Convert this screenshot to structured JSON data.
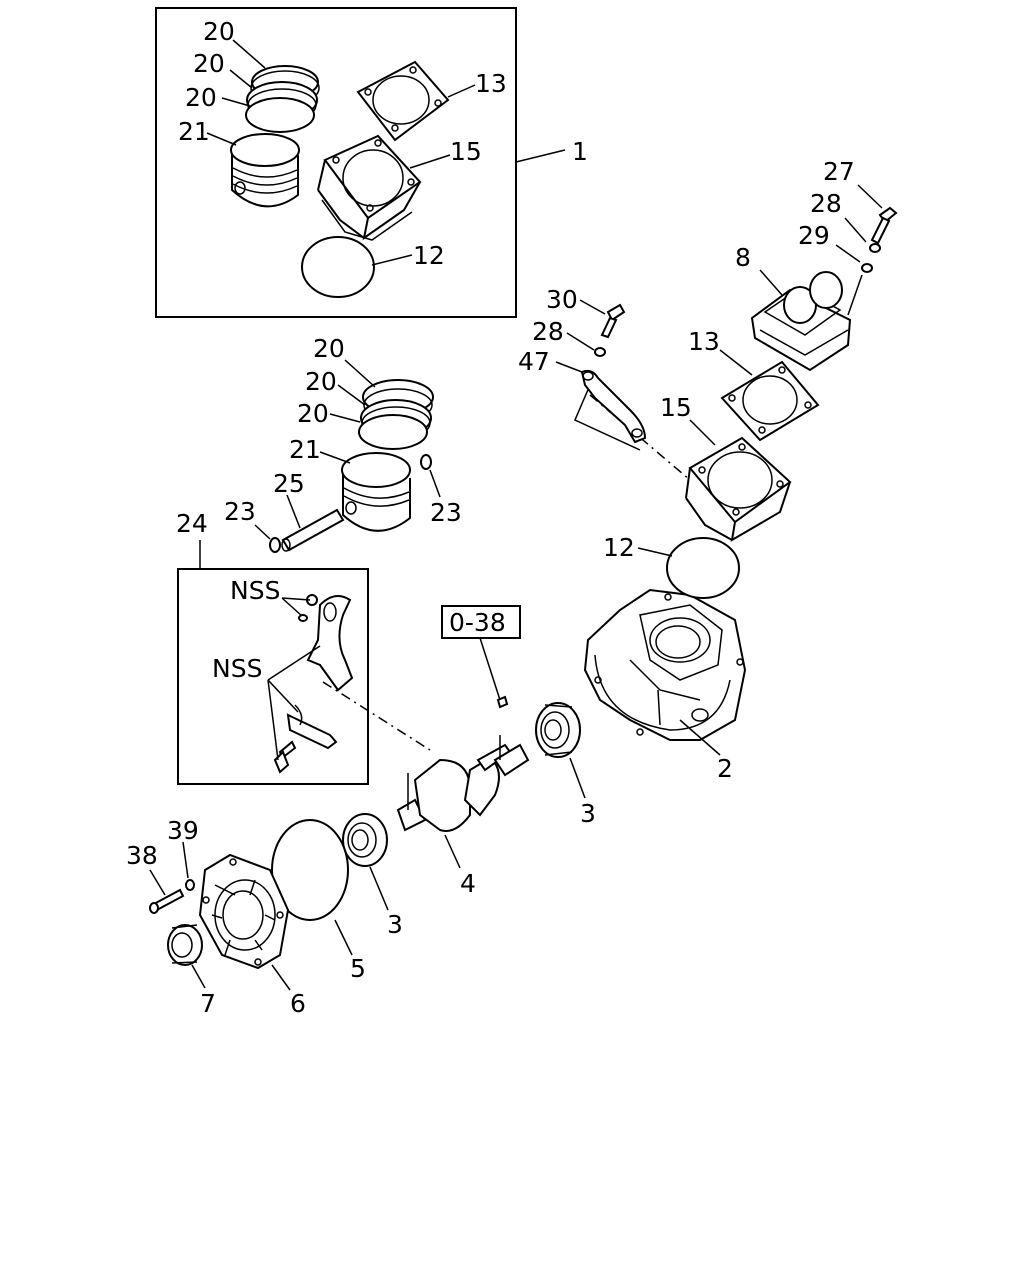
{
  "diagram": {
    "labels": {
      "kit": "1",
      "crankcase": "2",
      "bearing_upper": "3",
      "bearing_lower": "3",
      "crankshaft": "4",
      "oring_cover": "5",
      "cover": "6",
      "seal": "7",
      "head": "8",
      "oring_kit": "12",
      "oring_main": "12",
      "gasket_kit": "13",
      "gasket_main": "13",
      "liner_kit": "15",
      "liner_main": "15",
      "ring_kit_1": "20",
      "ring_kit_2": "20",
      "ring_kit_3": "20",
      "ring_main_1": "20",
      "ring_main_2": "20",
      "ring_main_3": "20",
      "piston_kit": "21",
      "piston_main": "21",
      "snap_left": "23",
      "snap_right": "23",
      "conrod": "24",
      "pin": "25",
      "head_bolt": "27",
      "washer_head": "28",
      "washer_clamp": "28",
      "washer_small": "29",
      "clamp_bolt": "30",
      "cover_bolt": "38",
      "cover_washer": "39",
      "clamp": "47",
      "nss_top": "NSS",
      "nss_bottom": "NSS",
      "ref_box": "0-38"
    }
  }
}
